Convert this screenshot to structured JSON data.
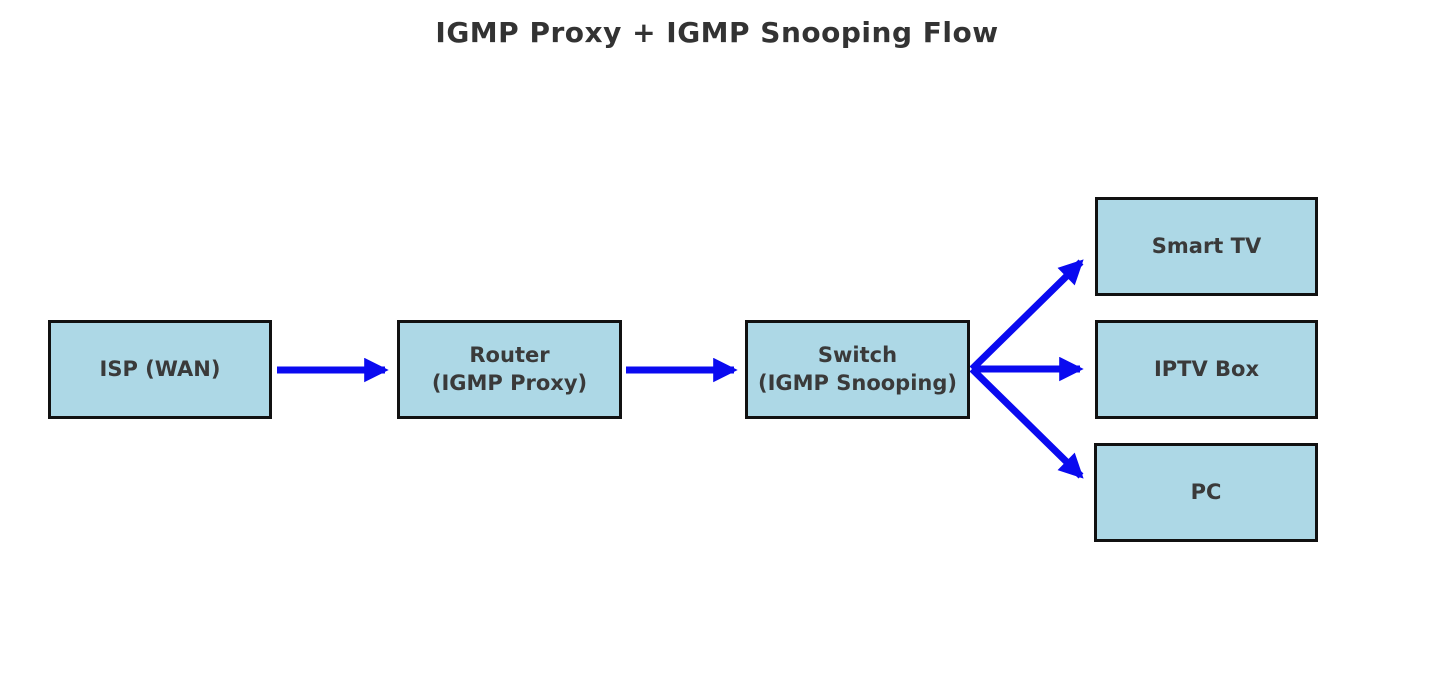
{
  "title": "IGMP Proxy + IGMP Snooping Flow",
  "colors": {
    "node_fill": "#ADD8E6",
    "node_border": "#111111",
    "arrow": "#0A0AF0",
    "text": "#333333",
    "background": "#FFFFFF"
  },
  "nodes": [
    {
      "id": "isp",
      "label": "ISP (WAN)"
    },
    {
      "id": "router",
      "label": "Router\n(IGMP Proxy)"
    },
    {
      "id": "switch",
      "label": "Switch\n(IGMP Snooping)"
    },
    {
      "id": "smart_tv",
      "label": "Smart TV"
    },
    {
      "id": "iptv_box",
      "label": "IPTV Box"
    },
    {
      "id": "pc",
      "label": "PC"
    }
  ],
  "edges": [
    {
      "from": "ISP (WAN)",
      "to": "Router (IGMP Proxy)"
    },
    {
      "from": "Router (IGMP Proxy)",
      "to": "Switch (IGMP Snooping)"
    },
    {
      "from": "Switch (IGMP Snooping)",
      "to": "Smart TV"
    },
    {
      "from": "Switch (IGMP Snooping)",
      "to": "IPTV Box"
    },
    {
      "from": "Switch (IGMP Snooping)",
      "to": "PC"
    }
  ]
}
